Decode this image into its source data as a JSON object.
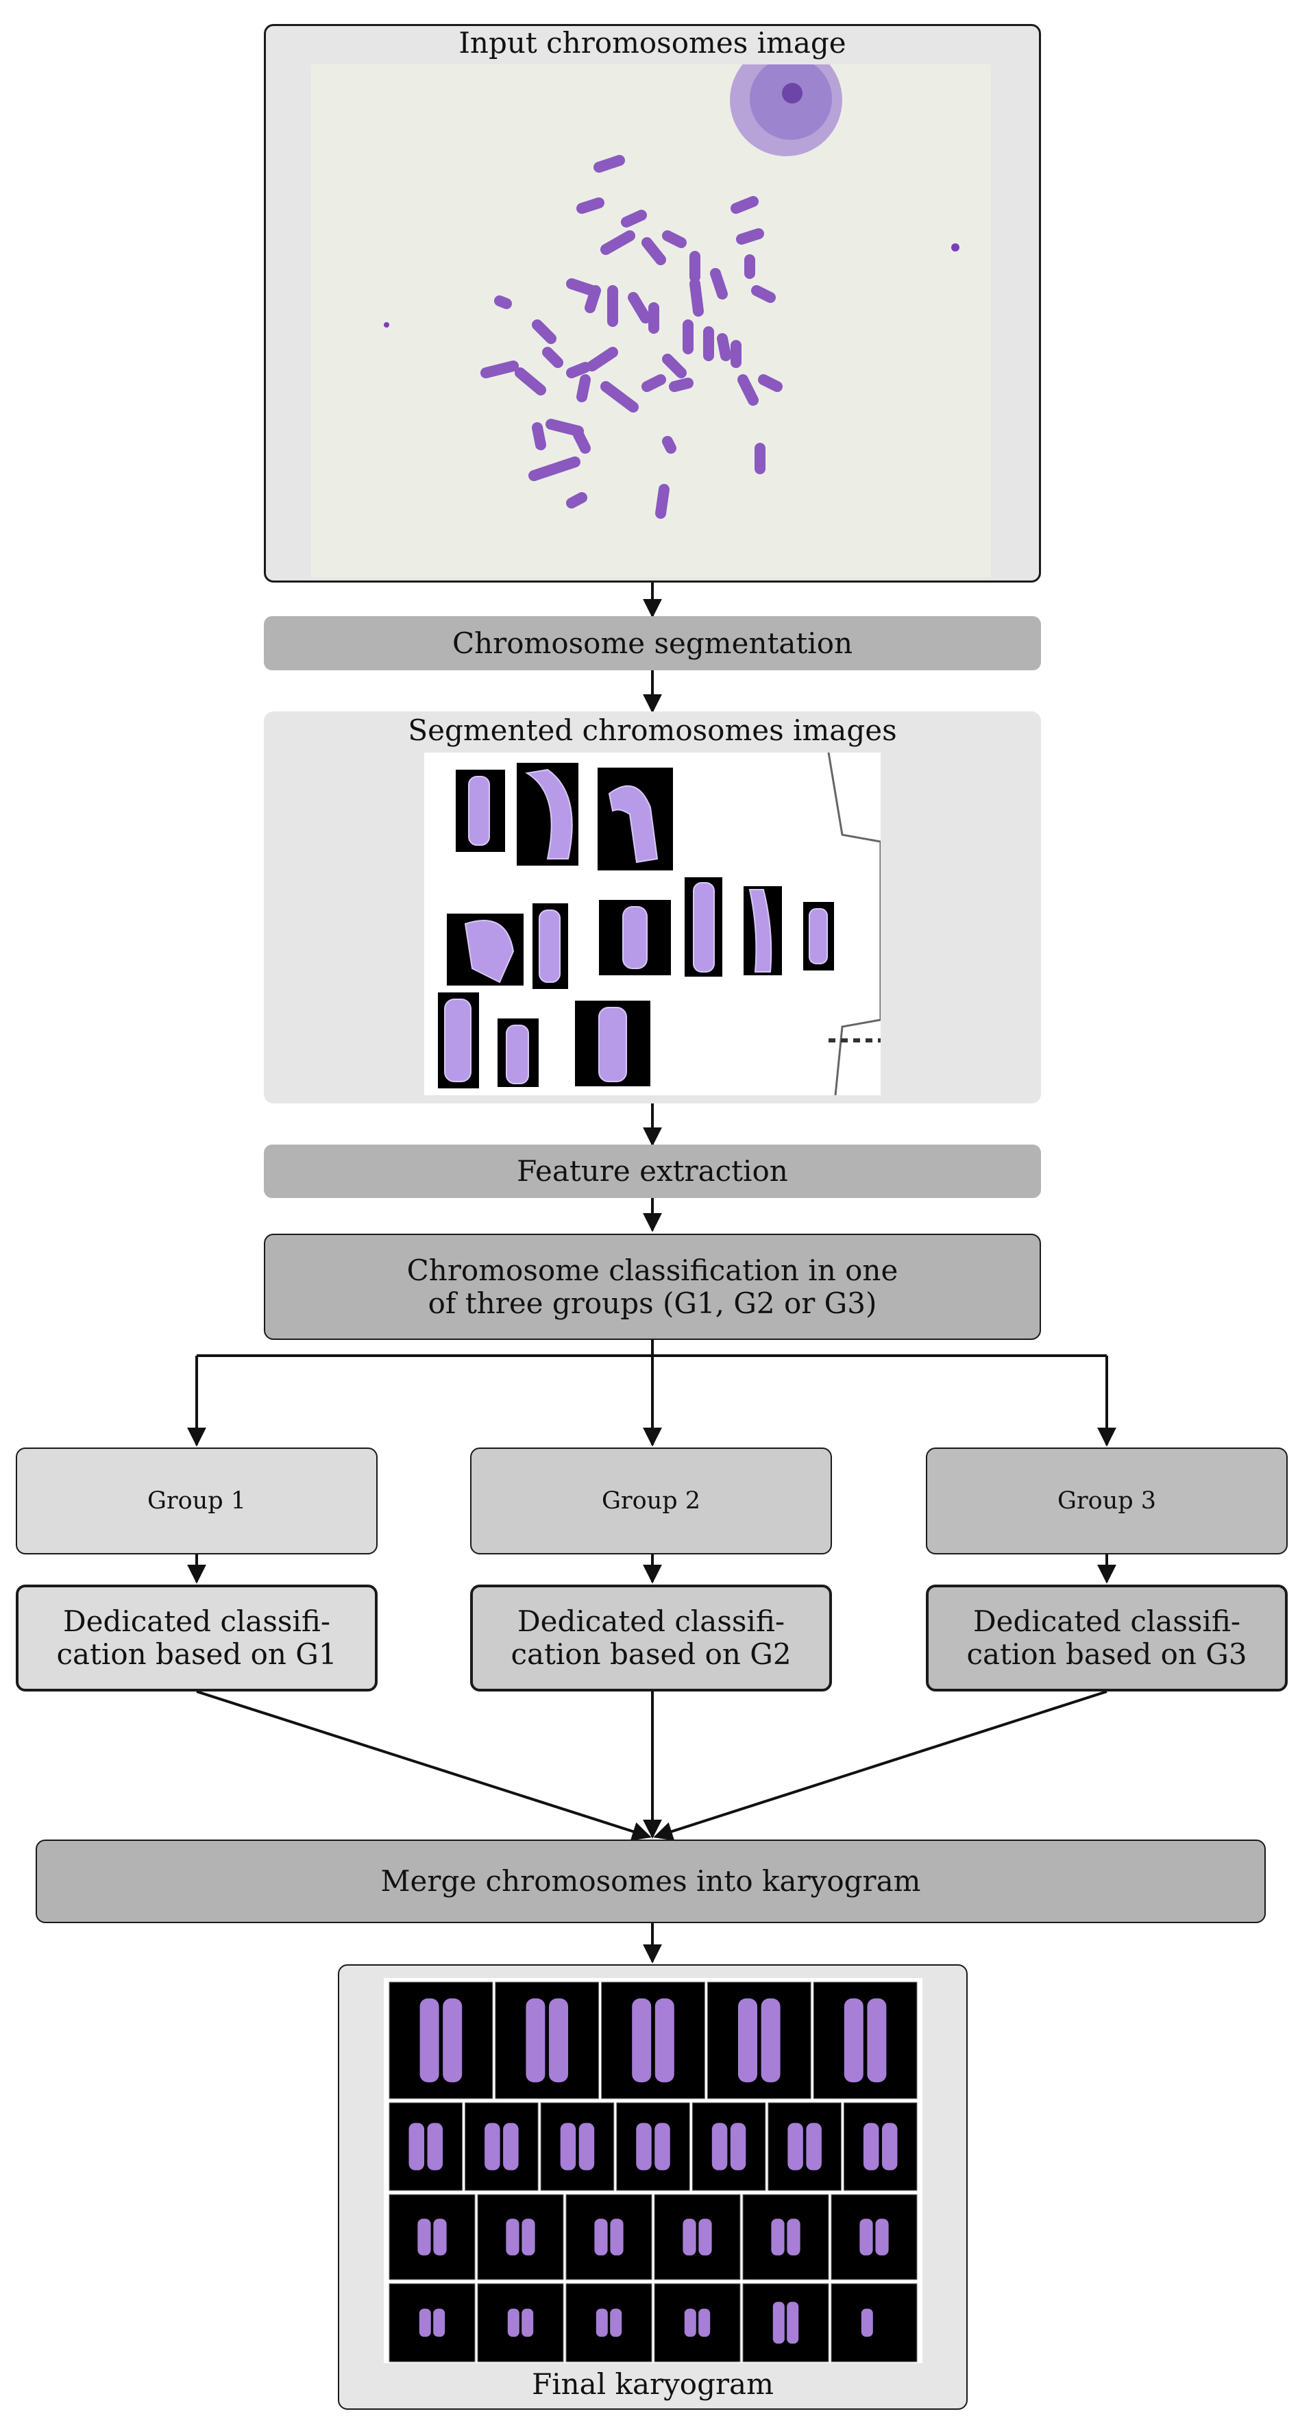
{
  "steps": {
    "input_title": "Input chromosomes image",
    "segmentation": "Chromosome segmentation",
    "segmented_title": "Segmented chromosomes images",
    "feature_extraction": "Feature extraction",
    "classification_line1": "Chromosome classification in one",
    "classification_line2": "of three groups (G1, G2 or G3)",
    "merge": "Merge chromosomes into karyogram",
    "final_title": "Final karyogram"
  },
  "groups": [
    {
      "name": "Group 1",
      "dedicated_line1": "Dedicated classifi-",
      "dedicated_line2": "cation based on G1"
    },
    {
      "name": "Group 2",
      "dedicated_line1": "Dedicated classifi-",
      "dedicated_line2": "cation based on G2"
    },
    {
      "name": "Group 3",
      "dedicated_line1": "Dedicated classifi-",
      "dedicated_line2": "cation based on G3"
    }
  ],
  "colors": {
    "panel_fill": "#e6e6e6",
    "process_fill": "#b3b3b3",
    "group1_fill": "#dcdcdc",
    "group2_fill": "#cccccc",
    "group3_fill": "#bdbdbd",
    "chromosome": "#a77fd6",
    "chromosome_stain": "#7a3fb8"
  }
}
